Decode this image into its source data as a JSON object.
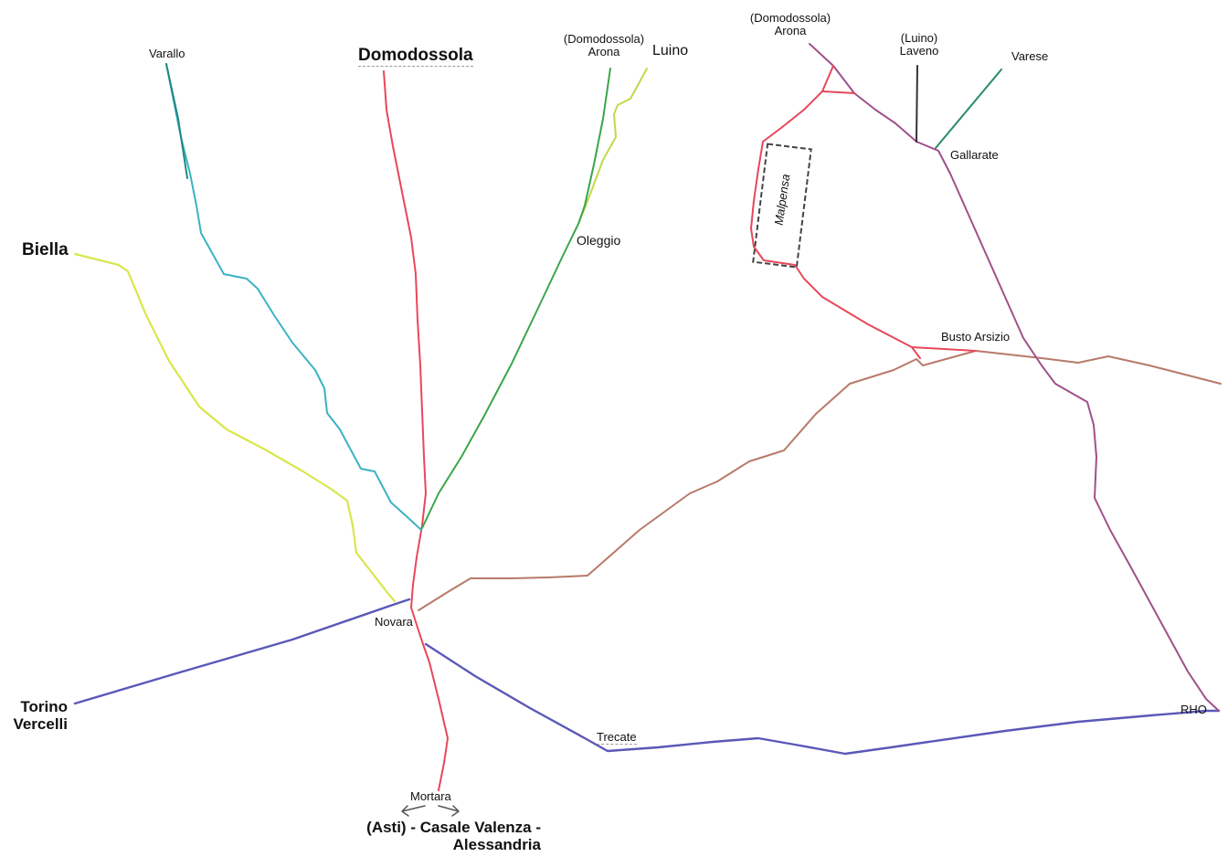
{
  "map": {
    "labels": {
      "varallo": "Varallo",
      "domodossola": "Domodossola",
      "domodossola_paren_1": "(Domodossola)",
      "arona_1": "Arona",
      "luino": "Luino",
      "domodossola_paren_2": "(Domodossola)",
      "arona_2": "Arona",
      "luino_paren": "(Luino)",
      "laveno": "Laveno",
      "varese": "Varese",
      "gallarate": "Gallarate",
      "malpensa": "Malpensa",
      "biella": "Biella",
      "oleggio": "Oleggio",
      "busto_arsizio": "Busto Arsizio",
      "novara": "Novara",
      "torino": "Torino",
      "vercelli": "Vercelli",
      "trecate": "Trecate",
      "rho": "RHO",
      "mortara": "Mortara",
      "asti_casale_valenza": "(Asti) - Casale Valenza -",
      "alessandria": "Alessandria"
    },
    "line_colors": {
      "domodossola_mortara": "#e8475a",
      "varallo": "#3bb3c3",
      "biella": "#d9e64a",
      "luino": "#c4d84a",
      "arona_oleggio": "#3aa64a",
      "busto_arsizio": "#b87a6a",
      "torino_rho": "#5a58b8",
      "arona_gallarate_rho": "#a0508a",
      "malpensa_link": "#e8475a",
      "laveno": "#333333",
      "varese": "#2a8a6a"
    }
  }
}
